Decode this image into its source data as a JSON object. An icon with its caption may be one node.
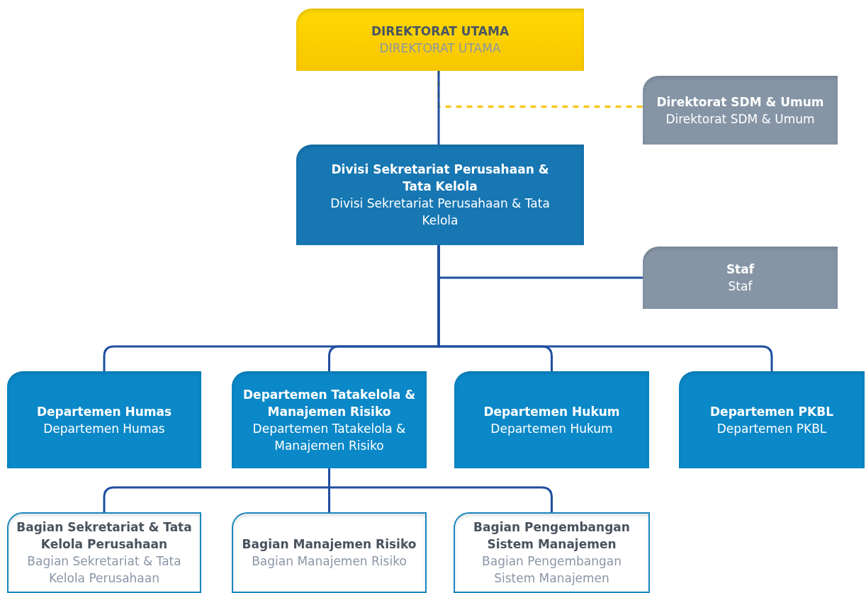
{
  "diagram": {
    "nodes": [
      {
        "text": [
          "DIREKTORAT UTAMA",
          "DIREKTORAT UTAMA"
        ]
      },
      {
        "text": [
          "Direktorat SDM & Umum",
          "Direktorat SDM & Umum"
        ]
      },
      {
        "text": [
          "Divisi Sekretariat Perusahaan & Tata Kelola",
          "Divisi Sekretariat Perusahaan & Tata Kelola"
        ]
      },
      {
        "text": [
          "Staf",
          "Staf"
        ]
      },
      {
        "text": [
          "Departemen Humas",
          "Departemen Humas"
        ]
      },
      {
        "text": [
          "Departemen Tatakelola & Manajemen Risiko",
          "Departemen Tatakelola & Manajemen Risiko"
        ]
      },
      {
        "text": [
          "Departemen Hukum",
          "Departemen Hukum"
        ]
      },
      {
        "text": [
          "Departemen PKBL",
          "Departemen PKBL"
        ]
      },
      {
        "text": [
          "Bagian Sekretariat & Tata Kelola Perusahaan",
          "Bagian Sekretariat & Tata Kelola Perusahaan"
        ]
      },
      {
        "text": [
          "Bagian Manajemen Risiko",
          "Bagian Manajemen Risiko"
        ]
      },
      {
        "text": [
          "Bagian Pengembangan Sistem Manajemen",
          "Bagian Pengembangan Sistem Manajemen"
        ]
      }
    ],
    "edges": [
      {
        "from": 0,
        "to": 2,
        "arrow": "none"
      },
      {
        "from": 0,
        "to": 1,
        "arrow": "none",
        "style": "dashed",
        "color": "#f5c400"
      },
      {
        "from": 2,
        "to": 3,
        "arrow": "none"
      },
      {
        "from": 2,
        "to": 4,
        "arrow": "none"
      },
      {
        "from": 2,
        "to": 5,
        "arrow": "none"
      },
      {
        "from": 2,
        "to": 6,
        "arrow": "none"
      },
      {
        "from": 2,
        "to": 7,
        "arrow": "none"
      },
      {
        "from": 5,
        "to": 8,
        "arrow": "none"
      },
      {
        "from": 5,
        "to": 9,
        "arrow": "none"
      },
      {
        "from": 5,
        "to": 10,
        "arrow": "none"
      }
    ]
  }
}
